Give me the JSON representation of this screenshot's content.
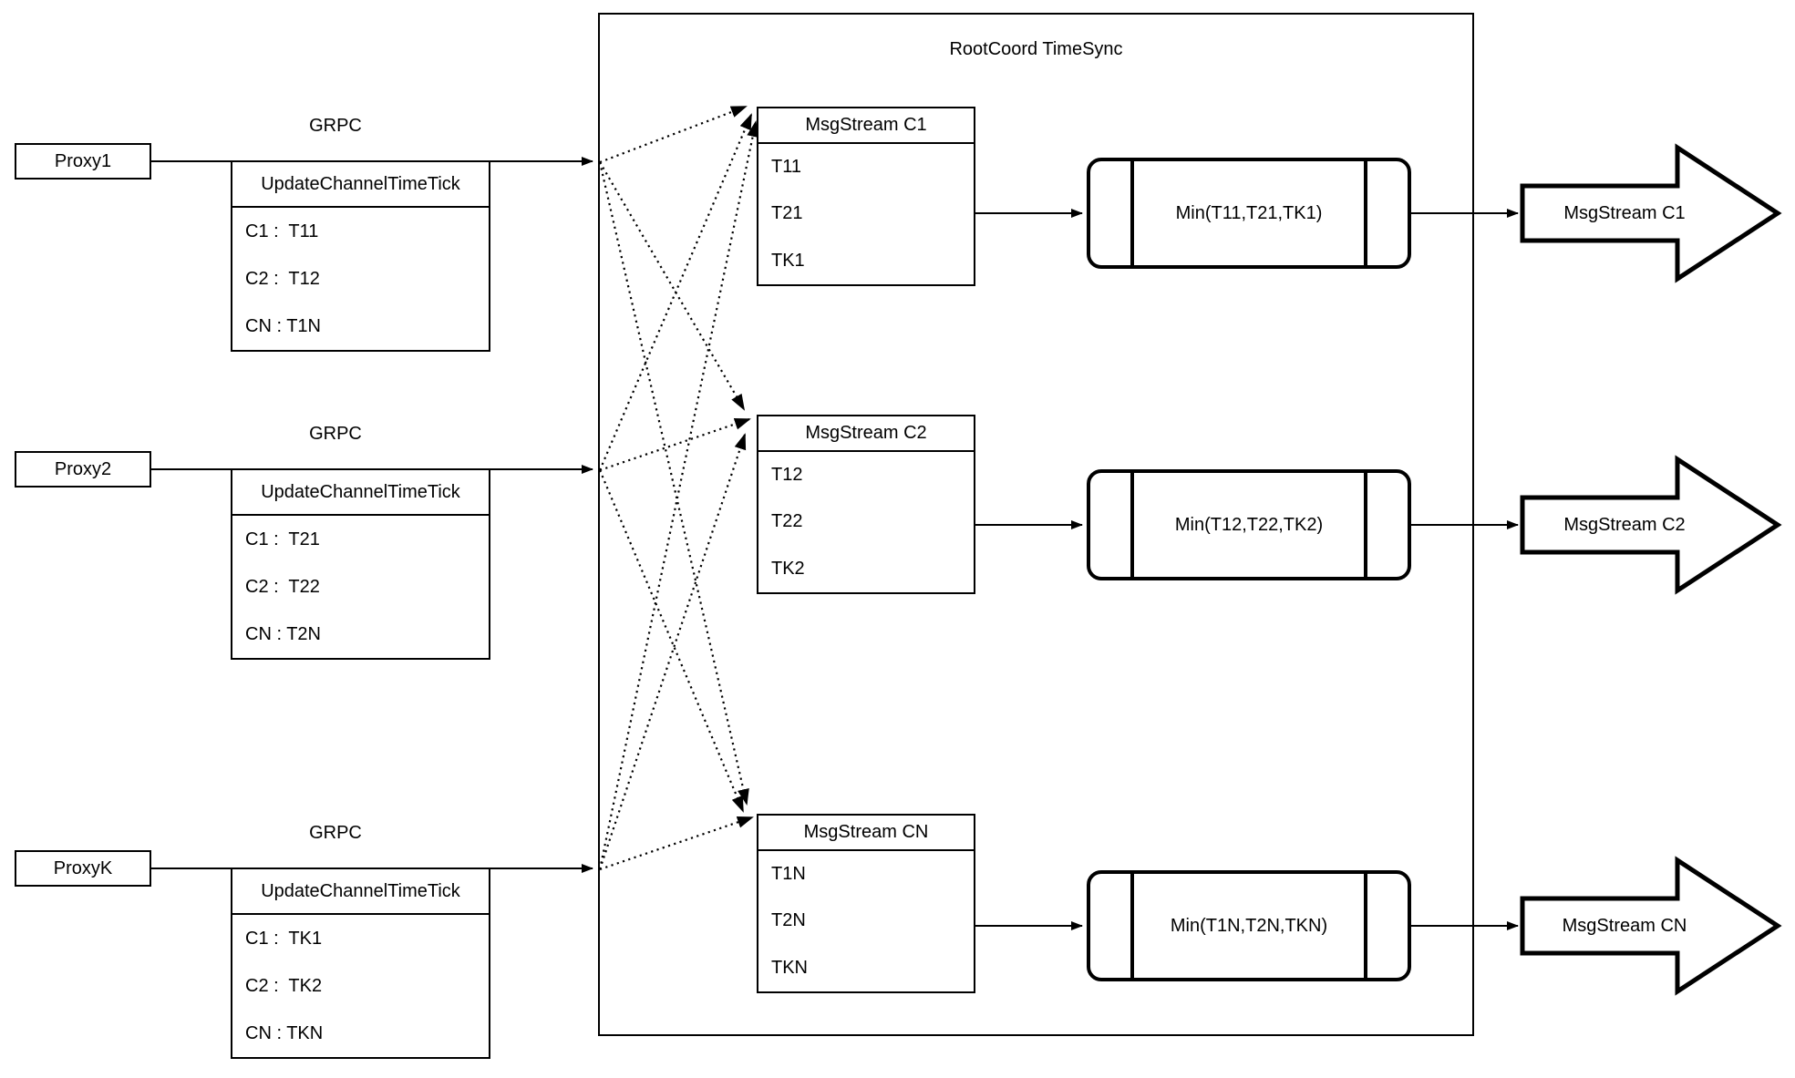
{
  "title": "RootCoord TimeSync",
  "proxies": [
    {
      "name": "Proxy1",
      "protocol": "GRPC",
      "message_title": "UpdateChannelTimeTick",
      "entries": [
        "C1 :  T11",
        "C2 :  T12",
        "CN : T1N"
      ]
    },
    {
      "name": "Proxy2",
      "protocol": "GRPC",
      "message_title": "UpdateChannelTimeTick",
      "entries": [
        "C1 :  T21",
        "C2 :  T22",
        "CN : T2N"
      ]
    },
    {
      "name": "ProxyK",
      "protocol": "GRPC",
      "message_title": "UpdateChannelTimeTick",
      "entries": [
        "C1 :  TK1",
        "C2 :  TK2",
        "CN : TKN"
      ]
    }
  ],
  "streams": [
    {
      "box_title": "MsgStream C1",
      "ticks": [
        "T11",
        "T21",
        "TK1"
      ],
      "min": "Min(T11,T21,TK1)",
      "output": "MsgStream C1"
    },
    {
      "box_title": "MsgStream C2",
      "ticks": [
        "T12",
        "T22",
        "TK2"
      ],
      "min": "Min(T12,T22,TK2)",
      "output": "MsgStream C2"
    },
    {
      "box_title": "MsgStream CN",
      "ticks": [
        "T1N",
        "T2N",
        "TKN"
      ],
      "min": "Min(T1N,T2N,TKN)",
      "output": "MsgStream CN"
    }
  ],
  "colors": {
    "stroke": "#000000",
    "background": "#ffffff"
  }
}
